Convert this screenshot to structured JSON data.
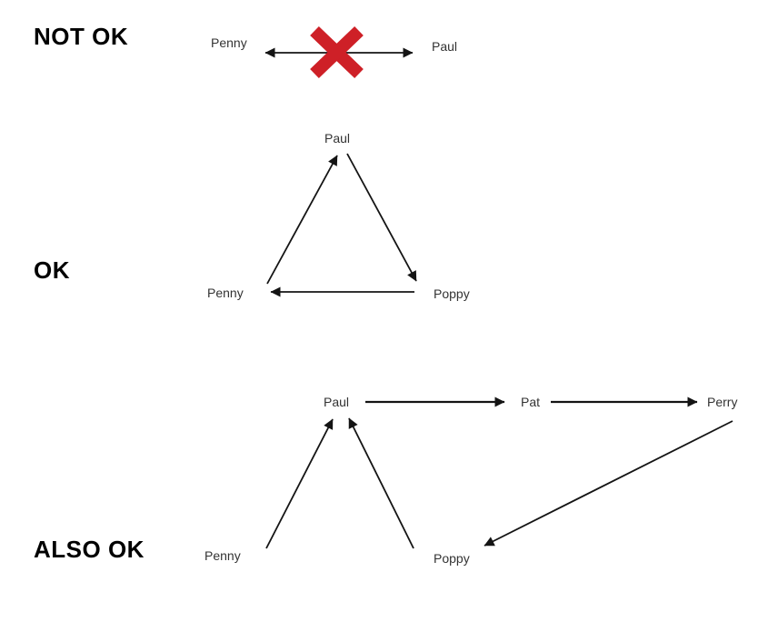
{
  "colors": {
    "page_bg": "#ffffff",
    "heading": "#000000",
    "node_label": "#333333",
    "arrow": "#141414",
    "cross": "#ce2027"
  },
  "sections": [
    {
      "title": "NOT OK",
      "nodes": [
        {
          "label": "Penny"
        },
        {
          "label": "Paul"
        }
      ],
      "edges": [
        {
          "from": "Penny",
          "to": "Paul",
          "direction": "bidirectional",
          "crossed_out": true
        }
      ]
    },
    {
      "title": "OK",
      "nodes": [
        {
          "label": "Paul"
        },
        {
          "label": "Penny"
        },
        {
          "label": "Poppy"
        }
      ],
      "edges": [
        {
          "from": "Penny",
          "to": "Paul",
          "direction": "one-way",
          "crossed_out": false
        },
        {
          "from": "Paul",
          "to": "Poppy",
          "direction": "one-way",
          "crossed_out": false
        },
        {
          "from": "Poppy",
          "to": "Penny",
          "direction": "one-way",
          "crossed_out": false
        }
      ]
    },
    {
      "title": "ALSO OK",
      "nodes": [
        {
          "label": "Paul"
        },
        {
          "label": "Pat"
        },
        {
          "label": "Perry"
        },
        {
          "label": "Penny"
        },
        {
          "label": "Poppy"
        }
      ],
      "edges": [
        {
          "from": "Paul",
          "to": "Pat",
          "direction": "one-way",
          "crossed_out": false
        },
        {
          "from": "Pat",
          "to": "Perry",
          "direction": "one-way",
          "crossed_out": false
        },
        {
          "from": "Penny",
          "to": "Paul",
          "direction": "one-way",
          "crossed_out": false
        },
        {
          "from": "Poppy",
          "to": "Paul",
          "direction": "one-way",
          "crossed_out": false
        },
        {
          "from": "Perry",
          "to": "Poppy",
          "direction": "one-way",
          "crossed_out": false
        }
      ]
    }
  ]
}
